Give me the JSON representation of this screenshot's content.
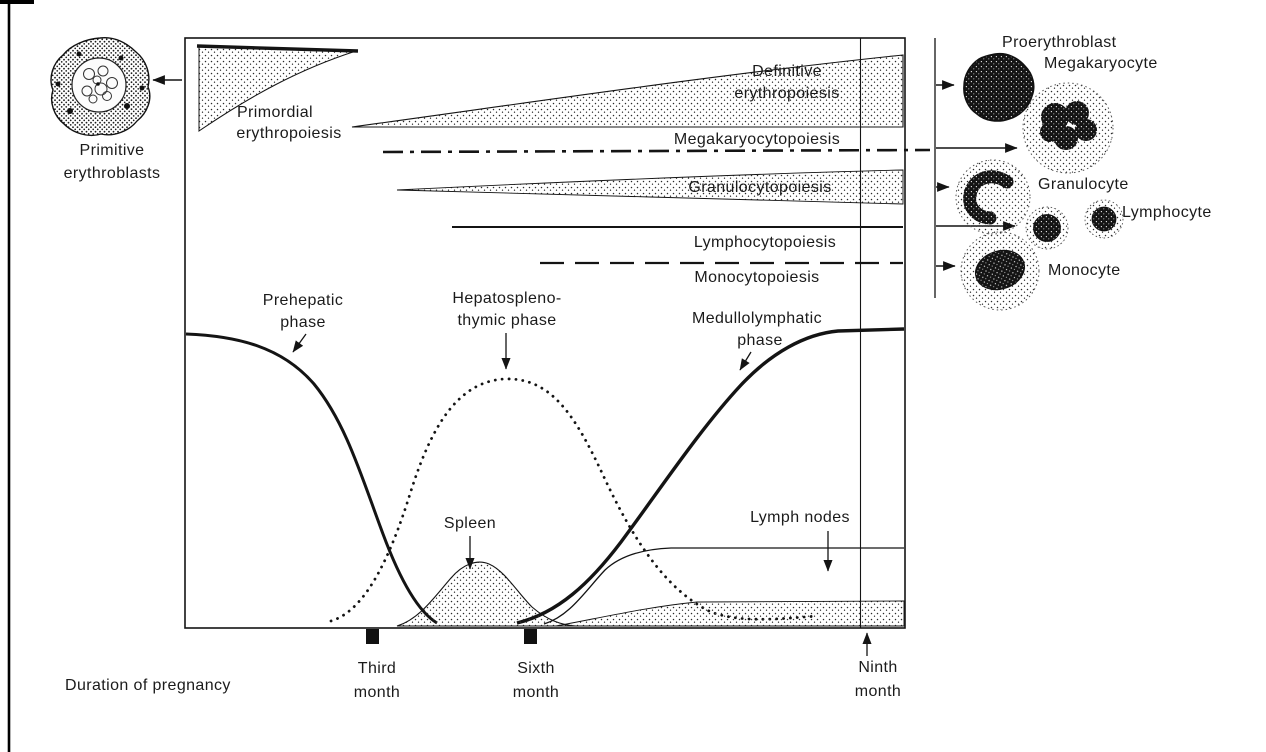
{
  "figure": {
    "left": {
      "cell_label": [
        "Primitive",
        "erythroblasts"
      ]
    },
    "bands": {
      "primordial": [
        "Primordial",
        "erythropoiesis"
      ],
      "definitive": [
        "Definitive",
        "erythropoiesis"
      ],
      "megakaryocytopoiesis": "Megakaryocytopoiesis",
      "granulocytopoiesis": "Granulocytopoiesis",
      "lymphocytopoiesis": "Lymphocytopoiesis",
      "monocytopoiesis": "Monocytopoiesis"
    },
    "phases": {
      "prehepatic": [
        "Prehepatic",
        "phase"
      ],
      "hepatosplenothymic": [
        "Hepatospleno-",
        "thymic phase"
      ],
      "medullolymphatic": [
        "Medullolymphatic",
        "phase"
      ],
      "spleen": "Spleen",
      "lymph_nodes": "Lymph nodes"
    },
    "right_cells": {
      "proerythroblast": "Proerythroblast",
      "megakaryocyte": "Megakaryocyte",
      "granulocyte": "Granulocyte",
      "lymphocyte": "Lymphocyte",
      "monocyte": "Monocyte"
    },
    "axis": {
      "third_month": [
        "Third",
        "month"
      ],
      "sixth_month": [
        "Sixth",
        "month"
      ],
      "ninth_month": [
        "Ninth",
        "month"
      ],
      "x_label": "Duration of pregnancy"
    },
    "colors": {
      "ink": "#1b1b1b",
      "background": "#ffffff"
    }
  }
}
